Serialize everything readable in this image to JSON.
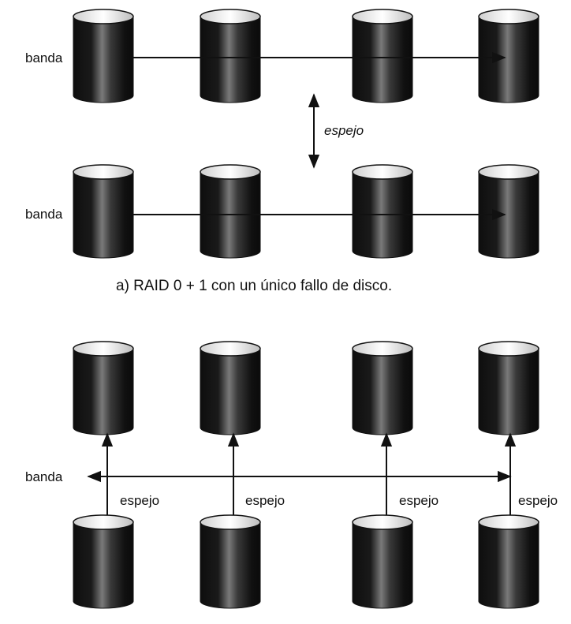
{
  "section_a": {
    "stripe_label_top": "banda",
    "stripe_label_bottom": "banda",
    "mirror_label": "espejo",
    "caption": "a) RAID 0 + 1 con un único fallo de disco."
  },
  "section_b": {
    "stripe_label": "banda",
    "mirror_labels": [
      "espejo",
      "espejo",
      "espejo",
      "espejo"
    ]
  },
  "colors": {
    "ink": "#111111",
    "disk_dark": "#0d0d0d",
    "disk_light": "#f2f2f2",
    "background": "#ffffff"
  }
}
